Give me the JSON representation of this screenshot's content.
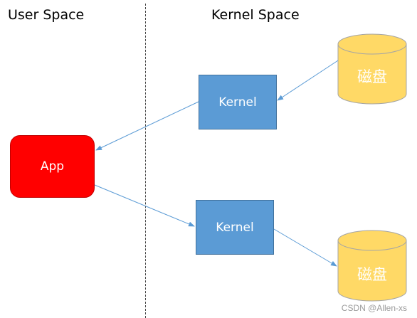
{
  "headings": {
    "user_space": "User Space",
    "kernel_space": "Kernel Space"
  },
  "nodes": {
    "app": "App",
    "kernel_top": "Kernel",
    "kernel_bottom": "Kernel",
    "disk_top": "磁盘",
    "disk_bottom": "磁盘"
  },
  "colors": {
    "app_fill": "#ff0000",
    "kernel_fill": "#5b9bd5",
    "disk_fill": "#ffd966",
    "arrow": "#5b9bd5"
  },
  "watermark": "CSDN @Allen-xs"
}
